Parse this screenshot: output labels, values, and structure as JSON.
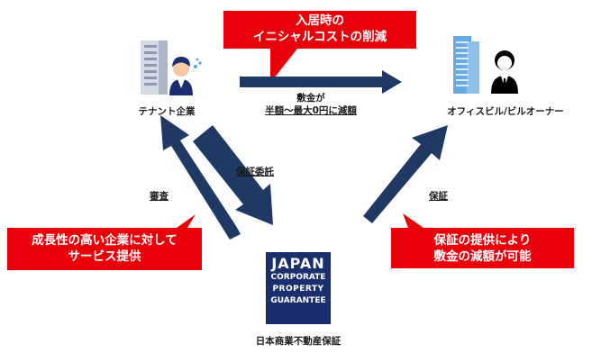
{
  "callouts": {
    "top": {
      "line1": "入居時の",
      "line2": "イニシャルコストの削減"
    },
    "left": {
      "line1": "成長性の高い企業に対して",
      "line2": "サービス提供"
    },
    "right": {
      "line1": "保証の提供により",
      "line2": "敷金の減額が可能"
    }
  },
  "nodes": {
    "tenant": "テナント企業",
    "owner": "オフィスビル/ビルオーナー",
    "guarantor": "日本商業不動産保証"
  },
  "edges": {
    "deposit_line1": "敷金が",
    "deposit_line2": "半額～最大0円に減額",
    "guarantee_request": "保証委託",
    "screening": "審査",
    "guarantee": "保証"
  },
  "logo": {
    "line1": "JAPAN",
    "line2": "CORPORATE",
    "line3": "PROPERTY",
    "line4": "GUARANTEE"
  },
  "colors": {
    "callout_red": "#e8000b",
    "arrow_navy": "#1f3864",
    "logo_navy": "#1b2f6e"
  }
}
